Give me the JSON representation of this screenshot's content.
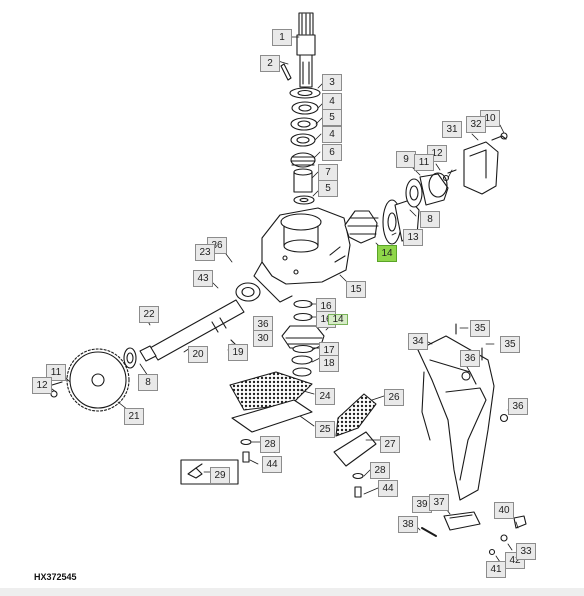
{
  "drawing_code": "HX372545",
  "highlight_color": "#8fd64a",
  "callouts": [
    {
      "id": "c1",
      "label": "1"
    },
    {
      "id": "c2",
      "label": "2"
    },
    {
      "id": "c3",
      "label": "3"
    },
    {
      "id": "c4a",
      "label": "4"
    },
    {
      "id": "c5a",
      "label": "5"
    },
    {
      "id": "c4b",
      "label": "4"
    },
    {
      "id": "c6",
      "label": "6"
    },
    {
      "id": "c7",
      "label": "7"
    },
    {
      "id": "c5b",
      "label": "5"
    },
    {
      "id": "c10",
      "label": "10"
    },
    {
      "id": "c32",
      "label": "32"
    },
    {
      "id": "c31",
      "label": "31"
    },
    {
      "id": "c12",
      "label": "12"
    },
    {
      "id": "c9",
      "label": "9"
    },
    {
      "id": "c11a",
      "label": "11"
    },
    {
      "id": "c8a",
      "label": "8"
    },
    {
      "id": "c13",
      "label": "13"
    },
    {
      "id": "c14a",
      "label": "14"
    },
    {
      "id": "c36a",
      "label": "36"
    },
    {
      "id": "c23",
      "label": "23"
    },
    {
      "id": "c43",
      "label": "43"
    },
    {
      "id": "c15",
      "label": "15"
    },
    {
      "id": "c22",
      "label": "22"
    },
    {
      "id": "c16a",
      "label": "16"
    },
    {
      "id": "c16b",
      "label": "16"
    },
    {
      "id": "c14b",
      "label": "14"
    },
    {
      "id": "c36b",
      "label": "36"
    },
    {
      "id": "c30",
      "label": "30"
    },
    {
      "id": "c19",
      "label": "19"
    },
    {
      "id": "c20",
      "label": "20"
    },
    {
      "id": "c17",
      "label": "17"
    },
    {
      "id": "c18",
      "label": "18"
    },
    {
      "id": "c11b",
      "label": "11"
    },
    {
      "id": "c12b",
      "label": "12"
    },
    {
      "id": "c8b",
      "label": "8"
    },
    {
      "id": "c21",
      "label": "21"
    },
    {
      "id": "c24",
      "label": "24"
    },
    {
      "id": "c26",
      "label": "26"
    },
    {
      "id": "c25",
      "label": "25"
    },
    {
      "id": "c28a",
      "label": "28"
    },
    {
      "id": "c44a",
      "label": "44"
    },
    {
      "id": "c27",
      "label": "27"
    },
    {
      "id": "c28b",
      "label": "28"
    },
    {
      "id": "c44b",
      "label": "44"
    },
    {
      "id": "c29",
      "label": "29"
    },
    {
      "id": "c34",
      "label": "34"
    },
    {
      "id": "c35a",
      "label": "35"
    },
    {
      "id": "c35b",
      "label": "35"
    },
    {
      "id": "c36c",
      "label": "36"
    },
    {
      "id": "c36d",
      "label": "36"
    },
    {
      "id": "c39",
      "label": "39"
    },
    {
      "id": "c37",
      "label": "37"
    },
    {
      "id": "c38",
      "label": "38"
    },
    {
      "id": "c40",
      "label": "40"
    },
    {
      "id": "c42",
      "label": "42"
    },
    {
      "id": "c33",
      "label": "33"
    },
    {
      "id": "c41",
      "label": "41"
    }
  ]
}
